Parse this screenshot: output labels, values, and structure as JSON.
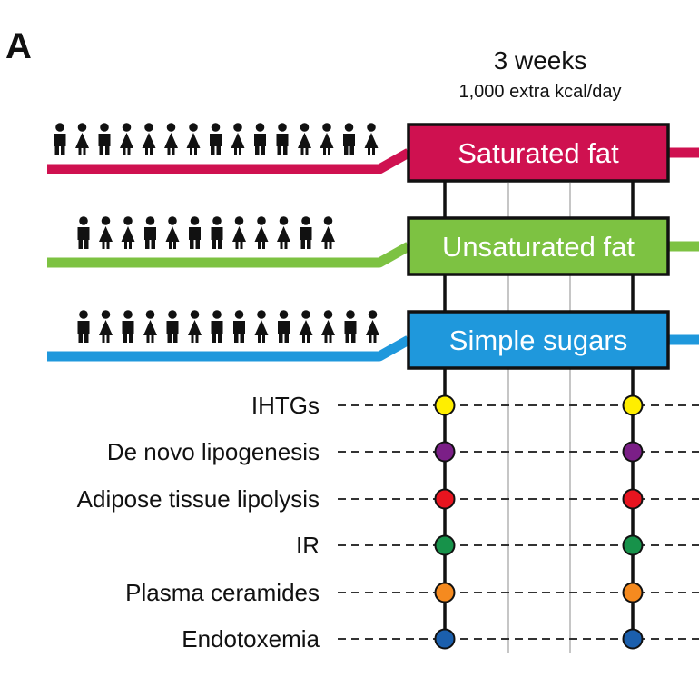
{
  "panel_label": "A",
  "header": {
    "duration": "3 weeks",
    "dose": "1,000 extra kcal/day"
  },
  "diets": [
    {
      "label": "Saturated fat",
      "color": "#cf1150",
      "participants": [
        "male",
        "female",
        "male",
        "female",
        "female",
        "female",
        "female",
        "male",
        "female",
        "male",
        "male",
        "female",
        "female",
        "male",
        "female"
      ]
    },
    {
      "label": "Unsaturated fat",
      "color": "#7dc242",
      "participants": [
        "male",
        "female",
        "female",
        "male",
        "female",
        "male",
        "male",
        "female",
        "female",
        "female",
        "male",
        "female"
      ]
    },
    {
      "label": "Simple sugars",
      "color": "#1f98dc",
      "participants": [
        "male",
        "female",
        "male",
        "female",
        "male",
        "female",
        "male",
        "male",
        "female",
        "male",
        "female",
        "female",
        "male",
        "female"
      ]
    }
  ],
  "outcomes": [
    {
      "label": "IHTGs",
      "color": "#ffee00"
    },
    {
      "label": "De novo lipogenesis",
      "color": "#7b1f87"
    },
    {
      "label": "Adipose tissue lipolysis",
      "color": "#e8141f"
    },
    {
      "label": "IR",
      "color": "#17924a"
    },
    {
      "label": "Plasma ceramides",
      "color": "#f58a1f"
    },
    {
      "label": "Endotoxemia",
      "color": "#1b5fad"
    }
  ]
}
